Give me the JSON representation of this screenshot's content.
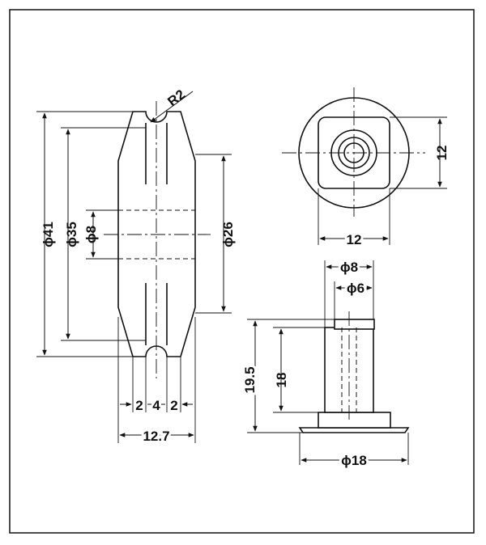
{
  "drawing": {
    "labels": {
      "radius": "R2",
      "dia_41": "ϕ41",
      "dia_35": "ϕ35",
      "dia_8_wheel": "ϕ8",
      "dia_26": "ϕ26",
      "width_2_left": "2",
      "width_4": "4",
      "width_2_right": "2",
      "width_12_7": "12.7",
      "square_12_vertical": "12",
      "square_12_horizontal": "12",
      "axle_dia_8": "ϕ8",
      "axle_dia_6": "ϕ6",
      "height_19_5": "19.5",
      "height_18": "18",
      "base_dia_18": "ϕ18"
    },
    "colors": {
      "line": "#111111",
      "background": "#ffffff"
    }
  }
}
